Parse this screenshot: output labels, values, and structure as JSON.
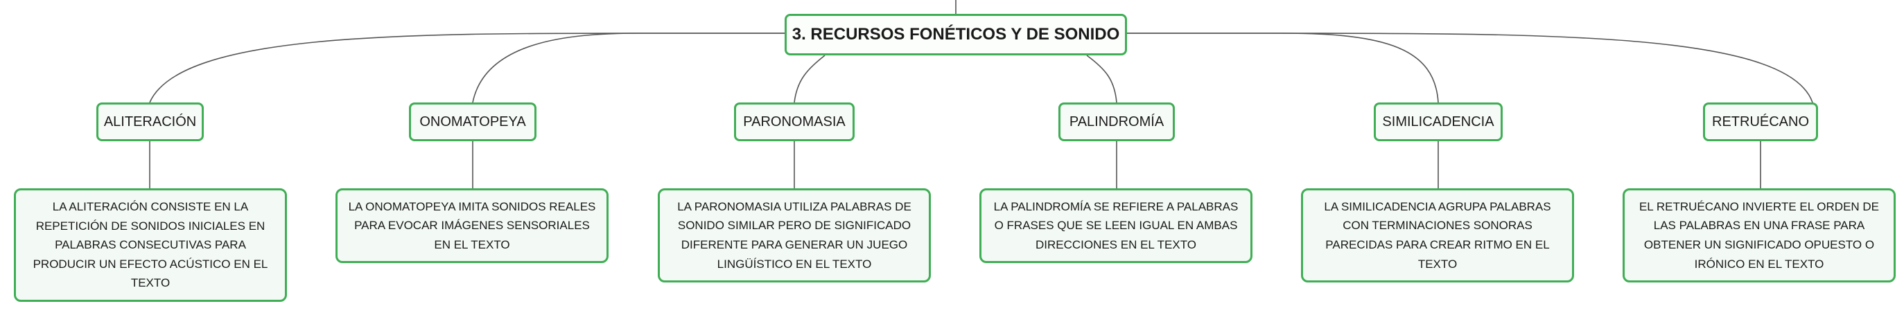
{
  "root": {
    "label": "3. RECURSOS FONÉTICOS Y DE SONIDO"
  },
  "colors": {
    "border": "#3fae55",
    "fill": "#f2f8f3",
    "connector": "#555555",
    "text": "#1a1a1a"
  },
  "branches": [
    {
      "label": "ALITERACIÓN",
      "description": "LA ALITERACIÓN CONSISTE EN LA REPETICIÓN DE SONIDOS INICIALES EN PALABRAS CONSECUTIVAS PARA PRODUCIR UN EFECTO ACÚSTICO EN EL TEXTO"
    },
    {
      "label": "ONOMATOPEYA",
      "description": "LA ONOMATOPEYA IMITA SONIDOS REALES PARA EVOCAR IMÁGENES SENSORIALES EN EL TEXTO"
    },
    {
      "label": "PARONOMASIA",
      "description": "LA PARONOMASIA UTILIZA PALABRAS DE SONIDO SIMILAR PERO DE SIGNIFICADO DIFERENTE PARA GENERAR UN JUEGO LINGÜÍSTICO EN EL TEXTO"
    },
    {
      "label": "PALINDROMÍA",
      "description": "LA PALINDROMÍA SE REFIERE A PALABRAS O FRASES QUE SE LEEN IGUAL EN AMBAS DIRECCIONES EN EL TEXTO"
    },
    {
      "label": "SIMILICADENCIA",
      "description": "LA SIMILICADENCIA AGRUPA PALABRAS CON TERMINACIONES SONORAS PARECIDAS PARA CREAR RITMO EN EL TEXTO"
    },
    {
      "label": "RETRUÉCANO",
      "description": "EL RETRUÉCANO INVIERTE EL ORDEN DE LAS PALABRAS EN UNA FRASE PARA OBTENER UN SIGNIFICADO OPUESTO O IRÓNICO EN EL TEXTO"
    }
  ]
}
